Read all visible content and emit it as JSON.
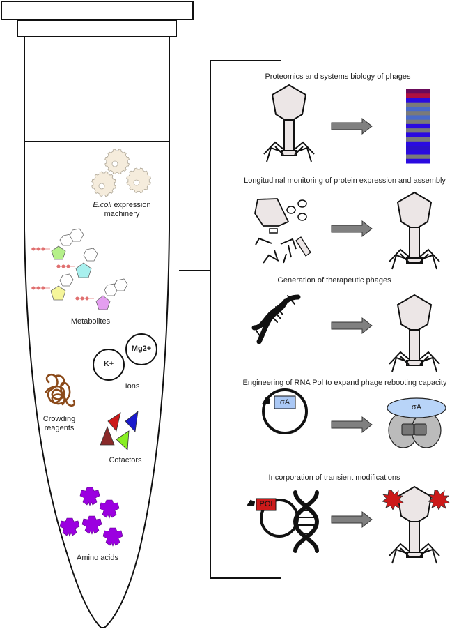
{
  "tube": {
    "components": [
      {
        "id": "machinery",
        "label_italic": "E.coli",
        "label_rest": " expression",
        "label_line2": "machinery",
        "icon": "gears-icon",
        "color": "#f5ecdc"
      },
      {
        "id": "metabolites",
        "label": "Metabolites",
        "icon": "nucleotide-icon",
        "colors": [
          "#b5f08a",
          "#a8f0ee",
          "#f5f59a",
          "#e49ef0"
        ],
        "phosphate_color": "#e07070"
      },
      {
        "id": "ions",
        "label": "Ions",
        "items": [
          "K+",
          "Mg2+"
        ]
      },
      {
        "id": "crowding",
        "label_line1": "Crowding",
        "label_line2": "reagents",
        "icon": "tangle-icon",
        "color": "#8b4a1a"
      },
      {
        "id": "cofactors",
        "label": "Cofactors",
        "icon": "triangles-icon",
        "colors": [
          "#cc1a1a",
          "#1a1acc",
          "#8b2a2a",
          "#88ee22"
        ]
      },
      {
        "id": "amino-acids",
        "label": "Amino acids",
        "icon": "amino-acid-icon",
        "color": "#9b00e0"
      }
    ]
  },
  "applications": [
    {
      "title": "Proteomics and systems biology of phages"
    },
    {
      "title": "Longitudinal monitoring of protein expression and assembly"
    },
    {
      "title": "Generation of therapeutic  phages"
    },
    {
      "title": "Engineering of RNA Pol to expand phage rebooting capacity",
      "plasmid_label": "σA",
      "pol_label": "σA",
      "plasmid_box_color": "#aac8f5",
      "pol_oval_color": "#b8d4f8"
    },
    {
      "title": "Incorporation of transient modifications",
      "plasmid_label": "POI",
      "poi_color": "#cc1a1a"
    }
  ],
  "colors": {
    "phage_fill": "#ece6e6",
    "arrow_fill": "#808080",
    "gel_bands": [
      "#6a0a5a",
      "#b01040",
      "#2a0ae0",
      "#7a7a7a",
      "#4a6ac8",
      "#7a7a7a",
      "#4a6ac8",
      "#7a7a7a",
      "#2a0ae0",
      "#7a7a7a",
      "#2a0ae0",
      "#7a7a7a",
      "#2a0ae0",
      "#2a10c8",
      "#2a0ae0",
      "#7a7a7a",
      "#2a0ae0"
    ]
  }
}
